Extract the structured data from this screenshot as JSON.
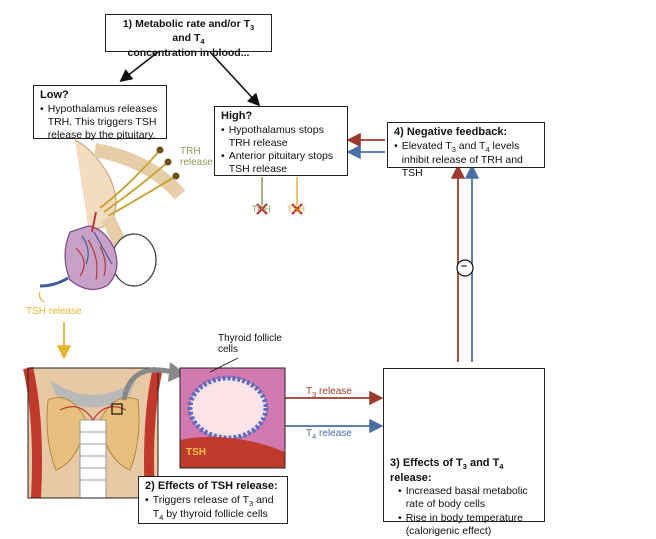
{
  "box1": {
    "line1_pre": "1) Metabolic rate and/or T",
    "line1_mid": " and T",
    "line2": "concentration in blood...",
    "sub3": "3",
    "sub4": "4"
  },
  "low": {
    "title": "Low?",
    "bullet": "•",
    "text": "Hypothalamus releases TRH. This triggers TSH release by the pituitary."
  },
  "high": {
    "title": "High?",
    "items": [
      "Hypothalamus stops TRH release",
      "Anterior pituitary stops TSH release"
    ]
  },
  "neg": {
    "title": "4) Negative feedback:",
    "pre": "Elevated T",
    "mid": " and T",
    "post": " levels inhibit release of TRH and TSH"
  },
  "eff2": {
    "title": "2) Effects of TSH release:",
    "pre": "Triggers release of T",
    "mid": " and T",
    "post": " by thyroid follicle cells"
  },
  "eff3": {
    "title_pre": "3) Effects of T",
    "title_mid": " and T",
    "title_post": " release:",
    "items": [
      "Increased basal metabolic rate of body cells",
      "Rise in body temperature (calorigenic effect)"
    ]
  },
  "labels": {
    "trh_release": "TRH release",
    "tsh_release": "TSH release",
    "thyroid_follicle": "Thyroid follicle cells",
    "t3_release_pre": "T",
    "t3_release_post": " release",
    "t4_release_pre": "T",
    "t4_release_post": " release",
    "tsh_on_image": "TSH",
    "trh_crossed": "TRH",
    "tsh_crossed": "TSH",
    "minus": "–"
  },
  "colors": {
    "dark_red": "#9b3a2e",
    "blue": "#4a6fa5",
    "olive": "#8a9a5b",
    "yellow": "#e8b430",
    "mito": "#e87a6a"
  }
}
